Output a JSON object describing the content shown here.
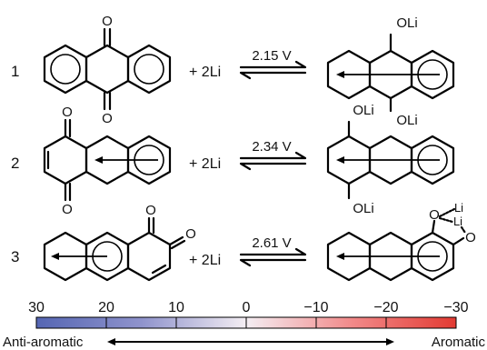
{
  "colors": {
    "aromatic": "#e8363f",
    "aromatic_light": "#f06a6a",
    "pink": "#ef8ca0",
    "neutral": "#f2e8ee",
    "anti_light": "#b7b1d9",
    "anti_aromatic": "#5d6bb5"
  },
  "reactions": [
    {
      "number": "1",
      "reagent": "+ 2Li",
      "voltage": "2.15 V",
      "reactant_atoms": [
        "O",
        "O"
      ],
      "product_atoms": [
        "OLi",
        "OLi"
      ]
    },
    {
      "number": "2",
      "reagent": "+ 2Li",
      "voltage": "2.34 V",
      "reactant_atoms": [
        "O",
        "O"
      ],
      "product_atoms": [
        "OLi",
        "OLi"
      ]
    },
    {
      "number": "3",
      "reagent": "+ 2Li",
      "voltage": "2.61 V",
      "reactant_atoms": [
        "O",
        "O"
      ],
      "product_atoms": [
        "O",
        "Li",
        "Li",
        "O"
      ]
    }
  ],
  "scale": {
    "ticks": [
      "30",
      "20",
      "10",
      "0",
      "−10",
      "−20",
      "−30"
    ],
    "tick_values": [
      30,
      20,
      10,
      0,
      -10,
      -20,
      -30
    ],
    "left_label": "Anti-aromatic",
    "right_label": "Aromatic"
  }
}
